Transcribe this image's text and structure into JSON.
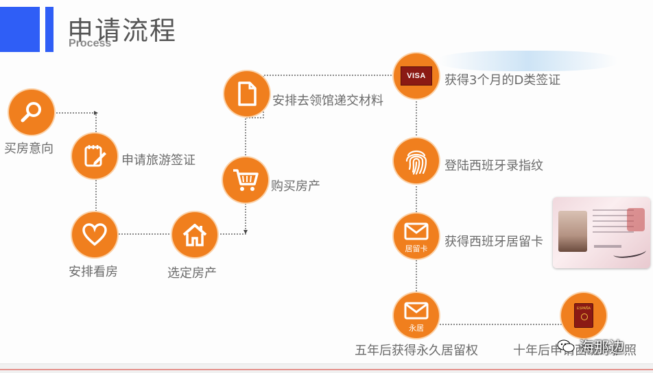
{
  "header": {
    "title": "申请流程",
    "subtitle": "Process"
  },
  "colors": {
    "accent_blue": "#2f5ef6",
    "node_orange": "#f07f1e",
    "label_gray": "#6a6a6a"
  },
  "steps": [
    {
      "label": "买房意向",
      "icon": "search-icon"
    },
    {
      "label": "申请旅游签证",
      "icon": "edit-document-icon"
    },
    {
      "label": "安排看房",
      "icon": "heart-icon"
    },
    {
      "label": "选定房产",
      "icon": "home-icon"
    },
    {
      "label": "购买房产",
      "icon": "shopping-cart-icon"
    },
    {
      "label": "安排去领馆递交材料",
      "icon": "document-icon"
    },
    {
      "label": "获得3个月的D类签证",
      "icon": "visa-icon",
      "badge": "VISA"
    },
    {
      "label": "登陆西班牙录指纹",
      "icon": "fingerprint-icon"
    },
    {
      "label": "获得西班牙居留卡",
      "icon": "residence-card-icon",
      "badge": "居留卡"
    },
    {
      "label": "五年后获得永久居留权",
      "icon": "permanent-residence-icon",
      "badge": "永居"
    },
    {
      "label": "十年后申请西班牙护照",
      "icon": "passport-icon",
      "badge": "ESPAÑA"
    }
  ],
  "watermark": {
    "text": "海那边"
  }
}
